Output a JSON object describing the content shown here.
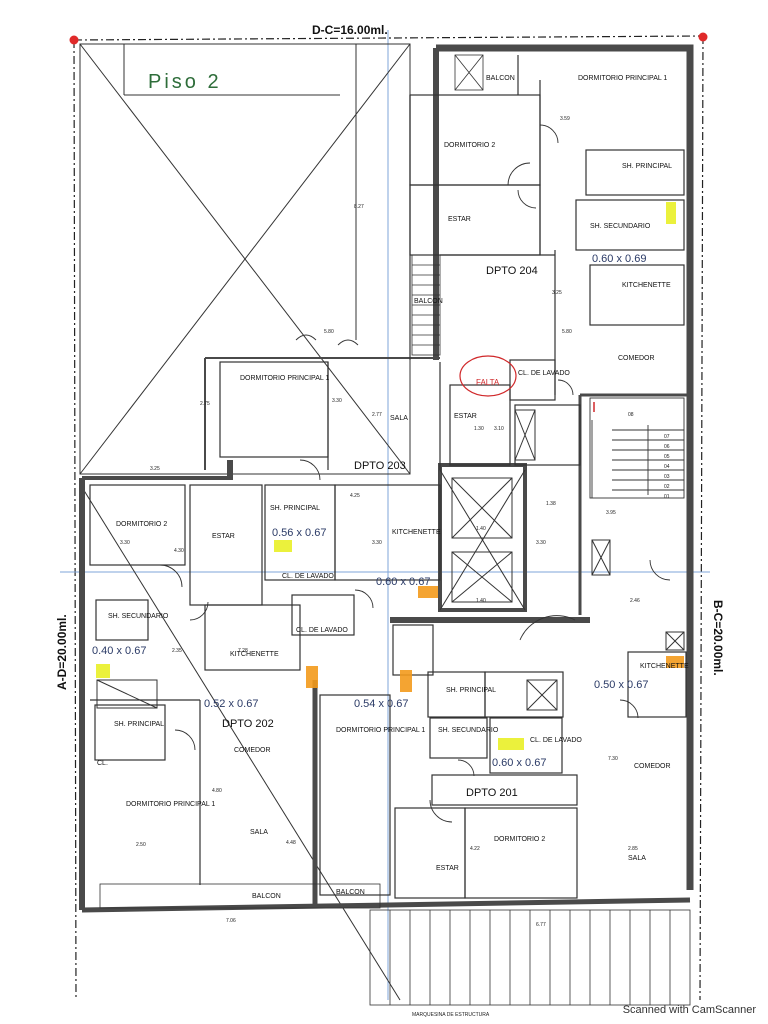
{
  "header": {
    "title": "D-C=16.00ml."
  },
  "handwritten_title": "Piso 2",
  "side_labels": {
    "left": "A-D=20.00ml.",
    "right": "B-C=20.00ml."
  },
  "units": {
    "dpto_204": "DPTO 204",
    "dpto_203": "DPTO 203",
    "dpto_202": "DPTO 202",
    "dpto_201": "DPTO 201"
  },
  "rooms": {
    "r204_balcon": "BALCON",
    "r204_dormitorio_principal": "DORMITORIO PRINCIPAL 1",
    "r204_dormitorio_2": "DORMITORIO 2",
    "r204_sh_principal": "SH. PRINCIPAL",
    "r204_sh_secundario": "SH. SECUNDARIO",
    "r204_estar": "ESTAR",
    "r204_kitchenette": "KITCHENETTE",
    "r204_comedor": "COMEDOR",
    "r204_balcon_2": "BALCON",
    "r204_cl_lavado": "CL. DE LAVADO",
    "r203_dormitorio_principal": "DORMITORIO PRINCIPAL 1",
    "r203_sala": "SALA",
    "r203_estar": "ESTAR",
    "r203_sh_principal": "SH. PRINCIPAL",
    "r203_kitchenette": "KITCHENETTE",
    "r203_cl_lavado": "CL. DE LAVADO",
    "r202_dormitorio_2": "DORMITORIO 2",
    "r202_estar": "ESTAR",
    "r202_sh_secundario": "SH. SECUNDARIO",
    "r202_kitchenette": "KITCHENETTE",
    "r202_cl_lavado": "CL. DE LAVADO",
    "r202_sh_principal": "SH. PRINCIPAL",
    "r202_cl": "CL.",
    "r202_comedor": "COMEDOR",
    "r202_dormitorio_principal": "DORMITORIO PRINCIPAL 1",
    "r202_sala": "SALA",
    "r202_balcon": "BALCON",
    "r201_dormitorio_principal": "DORMITORIO PRINCIPAL 1",
    "r201_sh_principal": "SH. PRINCIPAL",
    "r201_sh_secundario": "SH. SECUNDARIO",
    "r201_cl_lavado": "CL. DE LAVADO",
    "r201_kitchenette": "KITCHENETTE",
    "r201_comedor": "COMEDOR",
    "r201_dormitorio_2": "DORMITORIO 2",
    "r201_estar": "ESTAR",
    "r201_sala": "SALA",
    "r201_balcon": "BALCON"
  },
  "stair_steps": [
    "07",
    "06",
    "05",
    "04",
    "03",
    "02",
    "01"
  ],
  "stair_number": "08",
  "dimensions": {
    "d_359": "3.59",
    "d_827": "8.27",
    "d_325": "3.25",
    "d_580": "5.80",
    "d_580b": "5.80",
    "d_275": "2.75",
    "d_330a": "3.30",
    "d_277": "2.77",
    "d_310": "3.10",
    "d_130": "1.30",
    "d_325b": "3.25",
    "d_425": "4.25",
    "d_330b": "3.30",
    "d_430": "4.30",
    "d_330c": "3.30",
    "d_138": "1.38",
    "d_330d": "3.30",
    "d_395": "3.95",
    "d_140a": "1.40",
    "d_140b": "1.40",
    "d_246": "2.46",
    "d_728": "7.28",
    "d_235": "2.35",
    "d_480": "4.80",
    "d_250": "2.50",
    "d_448": "4.48",
    "d_422": "4.22",
    "d_730": "7.30",
    "d_285": "2.85",
    "d_706": "7.06",
    "d_677": "6.77"
  },
  "annotations": {
    "a1": "0.60 x 0.69",
    "a2": "0.56 x 0.67",
    "a3": "0.60 x 0.67",
    "a4": "0.40 x 0.67",
    "a5": "0.52 x 0.67",
    "a6": "0.54 x 0.67",
    "a7": "0.50 x 0.67",
    "a8": "0.60 x 0.67",
    "falta": "FALTA",
    "marquesina": "MARQUESINA DE ESTRUCTURA"
  },
  "colors": {
    "highlight_yellow": "#e8ef1a",
    "highlight_orange": "#f39a1c",
    "wall": "#4a4a4a",
    "corner_marker": "#e02a2a",
    "grid_line": "#7fa6d8",
    "handwriting": "#2a3a66",
    "handwriting_green": "#2e6d3a",
    "annotation_red": "#d0282a"
  },
  "footer": {
    "scanner_text": "Scanned with CamScanner"
  }
}
